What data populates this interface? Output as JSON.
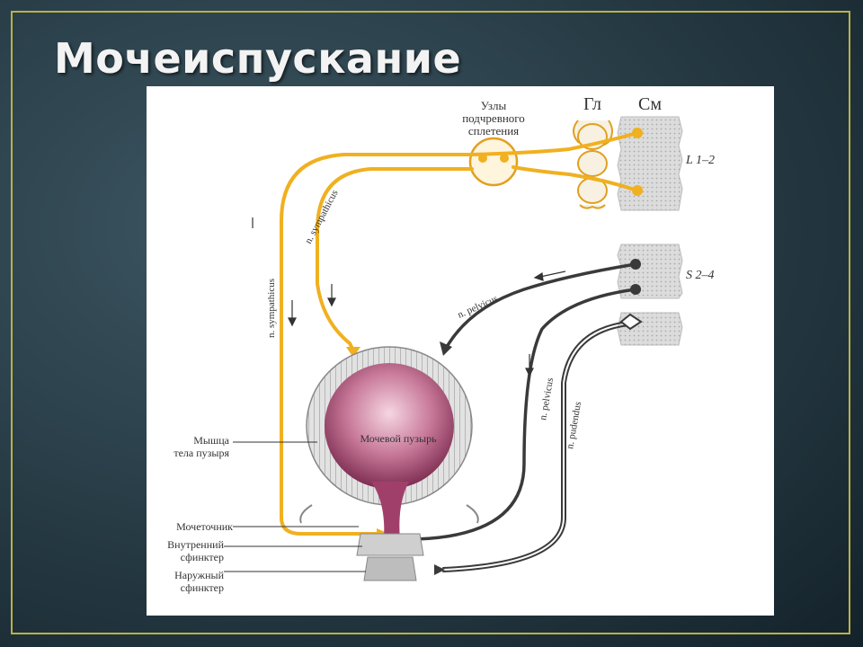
{
  "slide": {
    "title": "Мочеиспускание"
  },
  "diagram": {
    "ganglia_label_line1": "Узлы",
    "ganglia_label_line2": "подчревного",
    "ganglia_label_line3": "сплетения",
    "col_gl": "Гл",
    "col_sm": "См",
    "seg_lumbar": "L 1–2",
    "seg_sacral": "S 2–4",
    "nerve_sympathicus_1": "n. sympathicus",
    "nerve_sympathicus_2": "n. sympathicus",
    "nerve_pelvicus_1": "n. pelvicus",
    "nerve_pelvicus_2": "n. pelvicus",
    "nerve_pudendus": "n. pudendus",
    "bladder_label": "Мочевой пузырь",
    "muscle_label_line1": "Мышца",
    "muscle_label_line2": "тела пузыря",
    "ureter_label": "Мочеточник",
    "int_sphincter_line1": "Внутренний",
    "int_sphincter_line2": "сфинктер",
    "ext_sphincter_line1": "Наружный",
    "ext_sphincter_line2": "сфинктер",
    "colors": {
      "sympathetic": "#f0b020",
      "parasympathetic": "#3a3a3a",
      "bladder": "#b85a7e",
      "frame": "#b7b24a"
    }
  }
}
